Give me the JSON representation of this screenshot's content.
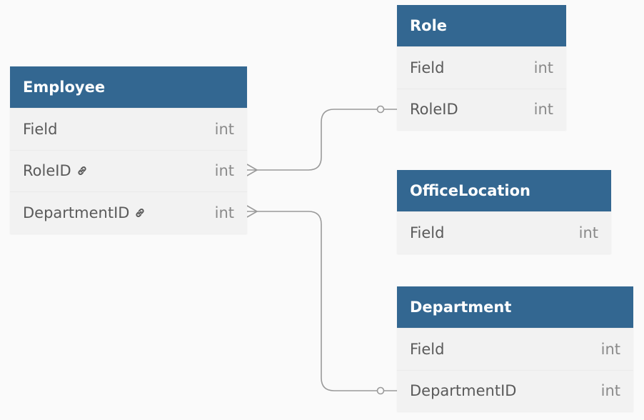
{
  "tables": {
    "employee": {
      "title": "Employee",
      "rows": [
        {
          "name": "Field",
          "type": "int",
          "fk": false
        },
        {
          "name": "RoleID",
          "type": "int",
          "fk": true
        },
        {
          "name": "DepartmentID",
          "type": "int",
          "fk": true
        }
      ]
    },
    "role": {
      "title": "Role",
      "rows": [
        {
          "name": "Field",
          "type": "int"
        },
        {
          "name": "RoleID",
          "type": "int"
        }
      ]
    },
    "office_location": {
      "title": "OfficeLocation",
      "rows": [
        {
          "name": "Field",
          "type": "int"
        }
      ]
    },
    "department": {
      "title": "Department",
      "rows": [
        {
          "name": "Field",
          "type": "int"
        },
        {
          "name": "DepartmentID",
          "type": "int"
        }
      ]
    }
  },
  "relations": [
    {
      "from": "Employee.RoleID",
      "to": "Role.RoleID",
      "from_end": "many",
      "to_end": "one"
    },
    {
      "from": "Employee.DepartmentID",
      "to": "Department.DepartmentID",
      "from_end": "many",
      "to_end": "one"
    }
  ],
  "colors": {
    "header": "#336791",
    "body": "#f2f2f2",
    "line": "#9a9a9a"
  }
}
